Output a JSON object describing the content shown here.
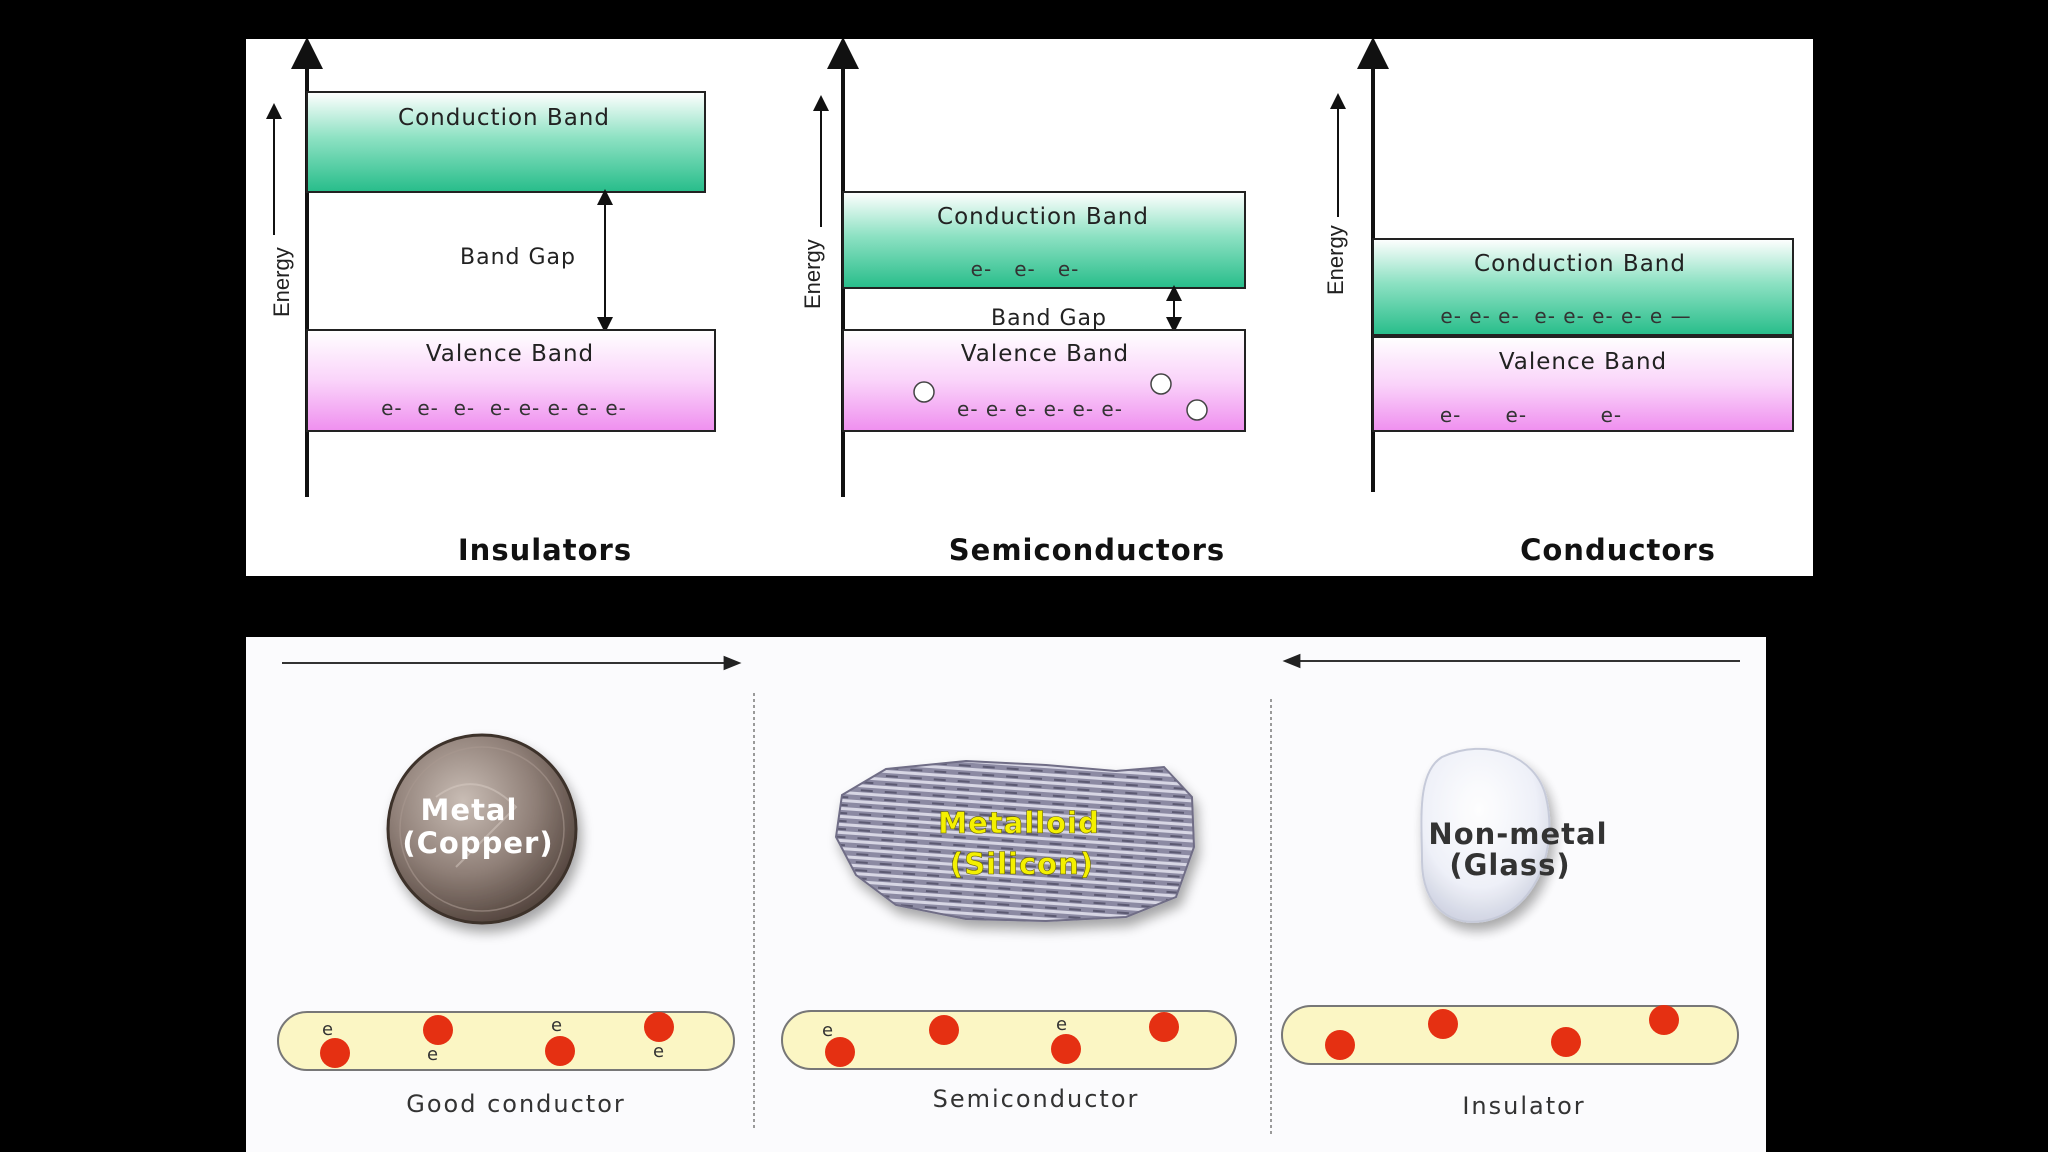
{
  "band_diagrams": [
    {
      "id": "insulators",
      "energy_label": "Energy",
      "conduction_title": "Conduction Band",
      "conduction_electrons": "",
      "gap_label": "Band Gap",
      "valence_title": "Valence Band",
      "valence_electrons": "e-  e-  e-  e- e- e- e- e-",
      "category": "Insulators"
    },
    {
      "id": "semiconductors",
      "energy_label": "Energy",
      "conduction_title": "Conduction Band",
      "conduction_electrons": "e-   e-   e-",
      "gap_label": "Band Gap",
      "valence_title": "Valence Band",
      "valence_electrons": "e- e- e- e- e- e-",
      "category": "Semiconductors"
    },
    {
      "id": "conductors",
      "energy_label": "Energy",
      "conduction_title": "Conduction Band",
      "conduction_electrons": "e- e- e-  e- e- e- e- e —",
      "gap_label": "",
      "valence_title": "Valence Band",
      "valence_electrons": "e-      e-          e-",
      "category": "Conductors"
    }
  ],
  "materials": [
    {
      "id": "metal",
      "label_line1": "Metal",
      "label_line2": "(Copper)",
      "caption": "Good conductor",
      "label_color": "#ffffff"
    },
    {
      "id": "metalloid",
      "label_line1": "Metalloid",
      "label_line2": "(Silicon)",
      "caption": "Semiconductor",
      "label_color": "#f4f000"
    },
    {
      "id": "nonmetal",
      "label_line1": "Non-metal",
      "label_line2": "(Glass)",
      "caption": "Insulator",
      "label_color": "#333333"
    }
  ],
  "carrier_symbol": "e",
  "colors": {
    "conduction_band": "#3cc79a",
    "valence_band": "#f0a8f0",
    "carrier_dot": "#e53012",
    "carrier_tube": "#fbf6c4"
  }
}
